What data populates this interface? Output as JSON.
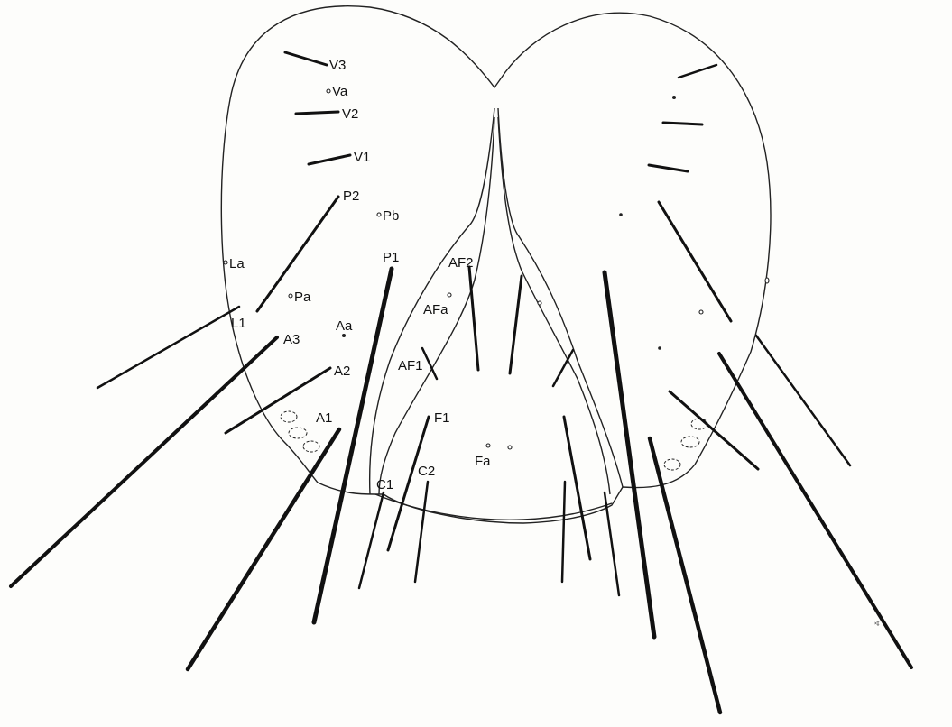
{
  "figure": {
    "setae_labels": {
      "V3": "V3",
      "V2": "V2",
      "V1": "V1",
      "P2": "P2",
      "P1": "P1",
      "L1": "L1",
      "A3": "A3",
      "A2": "A2",
      "A1": "A1",
      "AF2": "AF2",
      "AF1": "AF1",
      "F1": "F1",
      "C1": "C1",
      "C2": "C2"
    },
    "pore_labels": {
      "Va": "Va",
      "Pb": "Pb",
      "La": "La",
      "Pa": "Pa",
      "Aa": "Aa",
      "AFa": "AFa",
      "Fa": "Fa"
    },
    "colors": {
      "line": "#111111",
      "background": "#fdfdfb"
    }
  }
}
